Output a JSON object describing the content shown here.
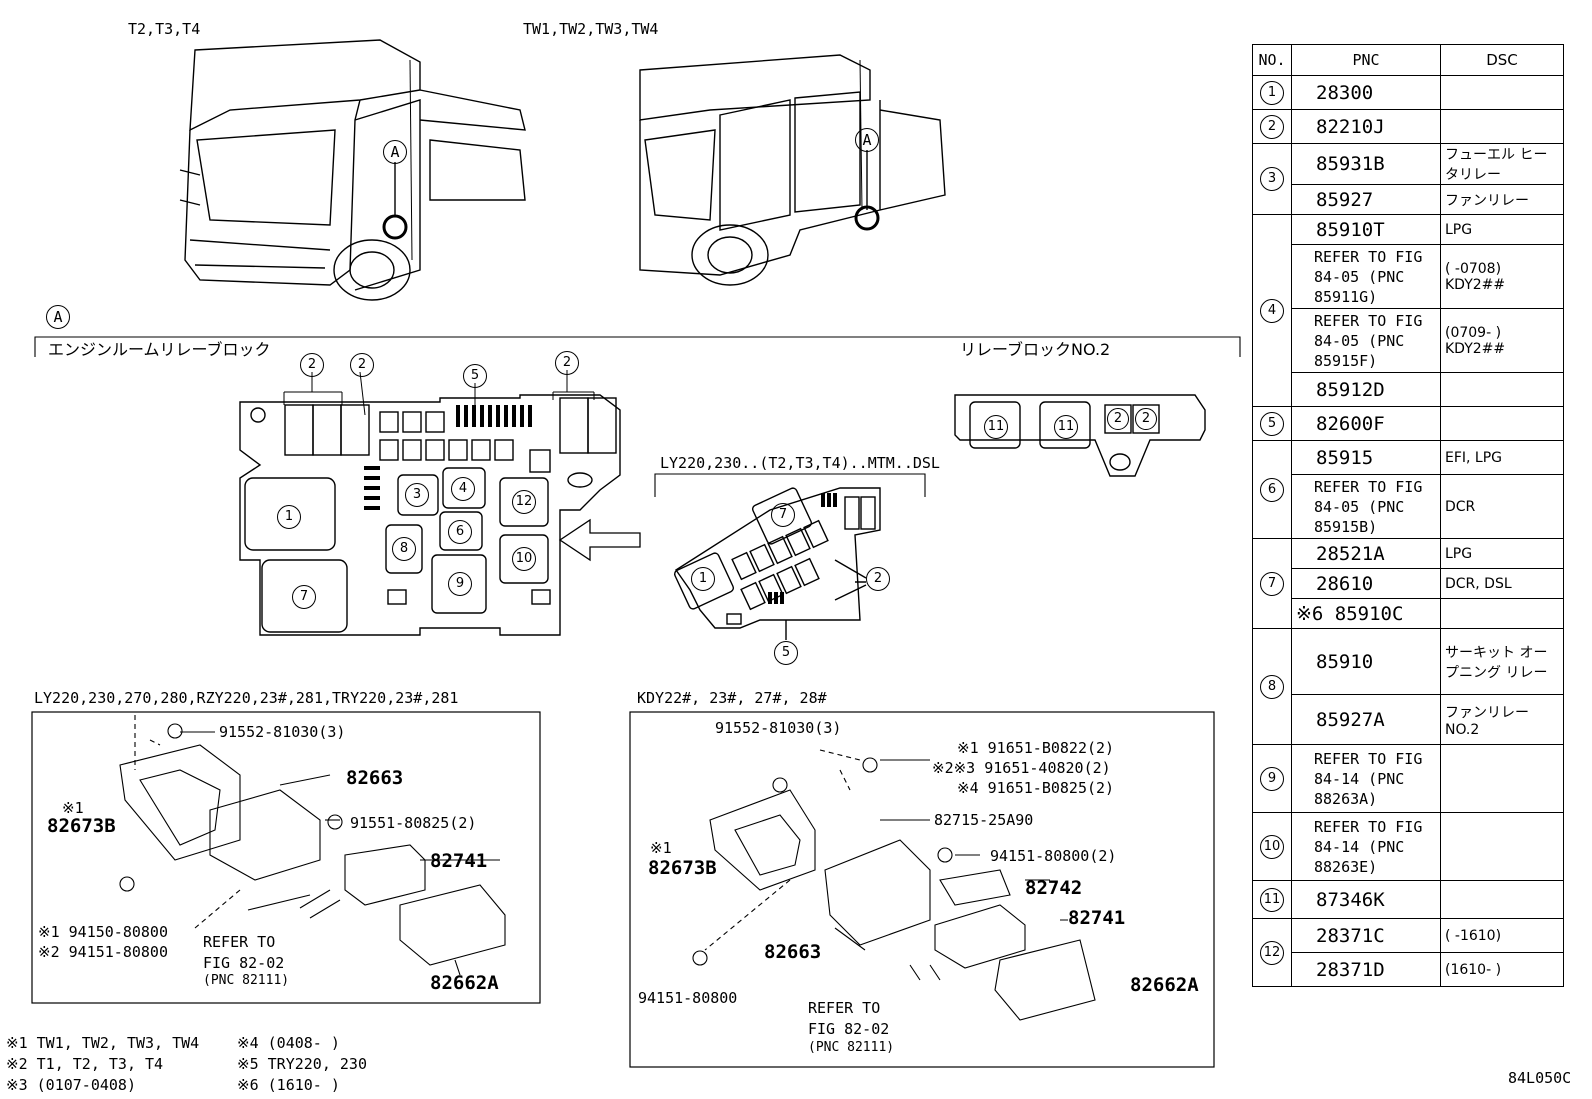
{
  "views": {
    "truck1_label": "T2,T3,T4",
    "truck2_label": "TW1,TW2,TW3,TW4",
    "marker": "A"
  },
  "block": {
    "section_marker": "A",
    "engine_room_title": "エンジンルームリレーブロック",
    "relay_block2_title": "リレーブロックNO.2",
    "variant_label": "LY220,230..(T2,T3,T4)..MTM..DSL",
    "callouts": [
      "1",
      "2",
      "3",
      "4",
      "5",
      "6",
      "7",
      "8",
      "9",
      "10",
      "11",
      "12"
    ]
  },
  "left_panel": {
    "title": "LY220,230,270,280,RZY220,23#,281,TRY220,23#,281",
    "bolt": "91552-81030(3)",
    "bracket": "82663",
    "note1": "※1",
    "bracket2": "82673B",
    "screw": "91551-80825(2)",
    "cover": "82741",
    "nut1": "※1 94150-80800",
    "nut2": "※2 94151-80800",
    "ref_line1": "REFER TO",
    "ref_line2": "FIG 82-02",
    "ref_line3": "(PNC 82111)",
    "case": "82662A"
  },
  "right_panel": {
    "title": "KDY22#, 23#, 27#, 28#",
    "bolt": "91552-81030(3)",
    "screw1": "※1 91651-B0822(2)",
    "screw2": "※2※3 91651-40820(2)",
    "screw3": "※4 91651-B0825(2)",
    "stay": "82715-25A90",
    "nut": "94151-80800(2)",
    "note1": "※1",
    "bracket2": "82673B",
    "block": "82742",
    "cover": "82741",
    "bracket": "82663",
    "case": "82662A",
    "nut2": "94151-80800",
    "ref_line1": "REFER TO",
    "ref_line2": "FIG 82-02",
    "ref_line3": "(PNC 82111)"
  },
  "footnotes": {
    "n1": "※1 TW1, TW2, TW3, TW4",
    "n2": "※2 T1, T2, T3, T4",
    "n3": "※3 (0107-0408)",
    "n4": "※4 (0408-     )",
    "n5": "※5 TRY220, 230",
    "n6": "※6 (1610-     )"
  },
  "figure_code": "84L050C",
  "table": {
    "headers": [
      "NO.",
      "PNC",
      "DSC"
    ],
    "rows": [
      {
        "no": "1",
        "pnc": "28300",
        "dsc": ""
      },
      {
        "no": "2",
        "pnc": "82210J",
        "dsc": ""
      },
      {
        "no": "3",
        "pnc": "85931B",
        "dsc": "フューエル ヒータリレー"
      },
      {
        "no": "",
        "pnc": "85927",
        "dsc": "ファンリレー"
      },
      {
        "no": "4",
        "pnc": "85910T",
        "dsc": "LPG"
      },
      {
        "no": "",
        "pnc": "REFER TO FIG 84-05 (PNC 85911G)",
        "dsc": "(     -0708) KDY2##"
      },
      {
        "no": "",
        "pnc": "REFER TO FIG 84-05 (PNC 85915F)",
        "dsc": "(0709-     ) KDY2##"
      },
      {
        "no": "",
        "pnc": "85912D",
        "dsc": ""
      },
      {
        "no": "5",
        "pnc": "82600F",
        "dsc": ""
      },
      {
        "no": "6",
        "pnc": "85915",
        "dsc": "EFI, LPG"
      },
      {
        "no": "",
        "pnc": "REFER TO FIG 84-05 (PNC 85915B)",
        "dsc": "DCR"
      },
      {
        "no": "7",
        "pnc": "28521A",
        "dsc": "LPG"
      },
      {
        "no": "",
        "pnc": "28610",
        "dsc": "DCR, DSL"
      },
      {
        "no": "",
        "pnc": "※6 85910C",
        "dsc": ""
      },
      {
        "no": "8",
        "pnc": "85910",
        "dsc": "サーキット オープニング リレー"
      },
      {
        "no": "",
        "pnc": "85927A",
        "dsc": "ファンリレー NO.2"
      },
      {
        "no": "9",
        "pnc": "REFER TO FIG 84-14 (PNC 88263A)",
        "dsc": ""
      },
      {
        "no": "10",
        "pnc": "REFER TO FIG 84-14 (PNC 88263E)",
        "dsc": ""
      },
      {
        "no": "11",
        "pnc": "87346K",
        "dsc": ""
      },
      {
        "no": "12",
        "pnc": "28371C",
        "dsc": "(     -1610)"
      },
      {
        "no": "",
        "pnc": "28371D",
        "dsc": "(1610-     )"
      }
    ]
  }
}
